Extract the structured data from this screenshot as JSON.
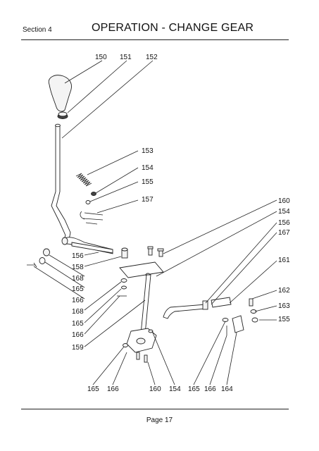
{
  "header": {
    "section": "Section 4",
    "title": "OPERATION - CHANGE GEAR"
  },
  "footer": {
    "page": "Page 17"
  },
  "callouts": [
    "150",
    "151",
    "152",
    "153",
    "154",
    "155",
    "157",
    "160",
    "154",
    "156",
    "167",
    "161",
    "162",
    "163",
    "155",
    "156",
    "158",
    "168",
    "165",
    "166",
    "168",
    "165",
    "166",
    "159",
    "165",
    "166",
    "160",
    "154",
    "165",
    "166",
    "164"
  ]
}
